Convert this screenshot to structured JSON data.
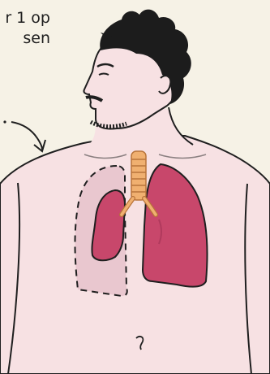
{
  "caption": {
    "line1": "r 1 op",
    "line2": "sen"
  },
  "colors": {
    "background": "#f6f2e6",
    "skin": "#f7e1e3",
    "outline": "#1f1f1f",
    "lung": "#c8476b",
    "lung_shadow": "#a53457",
    "collapsed_area": "#e9c7cf",
    "trachea": "#f0b070",
    "trachea_outline": "#b8743a"
  },
  "icons": [
    "human-torso-illustration",
    "lung-icon",
    "collapsed-lung-outline",
    "trachea-icon",
    "pointer-arrow-icon"
  ]
}
